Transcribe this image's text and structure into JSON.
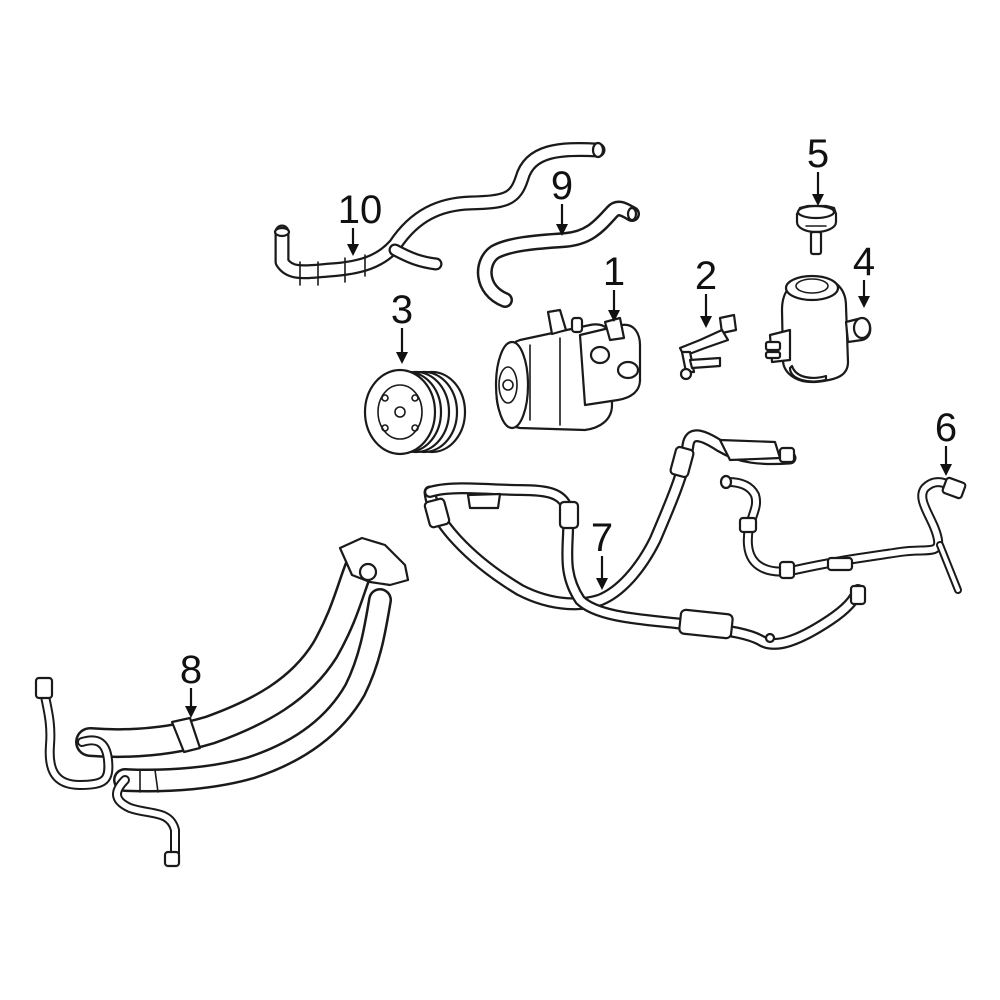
{
  "highlight_color": "#2f3f9f",
  "callouts": [
    {
      "id": "1",
      "label": "1"
    },
    {
      "id": "2",
      "label": "2"
    },
    {
      "id": "3",
      "label": "3"
    },
    {
      "id": "4",
      "label": "4"
    },
    {
      "id": "5",
      "label": "5"
    },
    {
      "id": "6",
      "label": "6"
    },
    {
      "id": "7",
      "label": "7"
    },
    {
      "id": "8",
      "label": "8"
    },
    {
      "id": "9",
      "label": "9"
    },
    {
      "id": "10",
      "label": "10"
    }
  ]
}
